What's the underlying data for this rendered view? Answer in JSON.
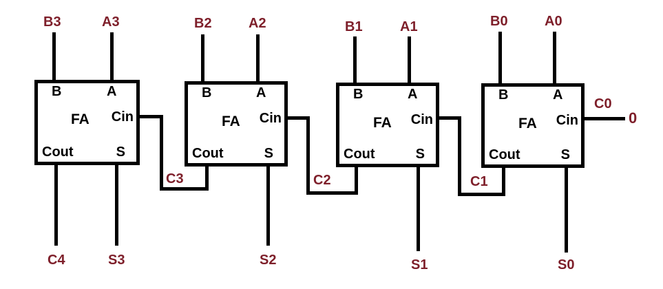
{
  "diagram_type": "4-bit ripple carry adder (full adder chain)",
  "colors": {
    "background": "#ffffff",
    "wire": "#000000",
    "box_border": "#000000",
    "port_label_text": "#000000",
    "signal_label_text": "#7e1f2a"
  },
  "stages": [
    {
      "bit": 3,
      "input_b": "B3",
      "input_a": "A3",
      "sum_out": "S3",
      "ports": {
        "b": "B",
        "a": "A",
        "name": "FA",
        "cin": "Cin",
        "cout": "Cout",
        "s": "S"
      }
    },
    {
      "bit": 2,
      "input_b": "B2",
      "input_a": "A2",
      "sum_out": "S2",
      "ports": {
        "b": "B",
        "a": "A",
        "name": "FA",
        "cin": "Cin",
        "cout": "Cout",
        "s": "S"
      }
    },
    {
      "bit": 1,
      "input_b": "B1",
      "input_a": "A1",
      "sum_out": "S1",
      "ports": {
        "b": "B",
        "a": "A",
        "name": "FA",
        "cin": "Cin",
        "cout": "Cout",
        "s": "S"
      }
    },
    {
      "bit": 0,
      "input_b": "B0",
      "input_a": "A0",
      "sum_out": "S0",
      "ports": {
        "b": "B",
        "a": "A",
        "name": "FA",
        "cin": "Cin",
        "cout": "Cout",
        "s": "S"
      }
    }
  ],
  "carries": {
    "c4": "C4",
    "c3": "C3",
    "c2": "C2",
    "c1": "C1",
    "c0": "C0"
  },
  "cin_constant": "0"
}
